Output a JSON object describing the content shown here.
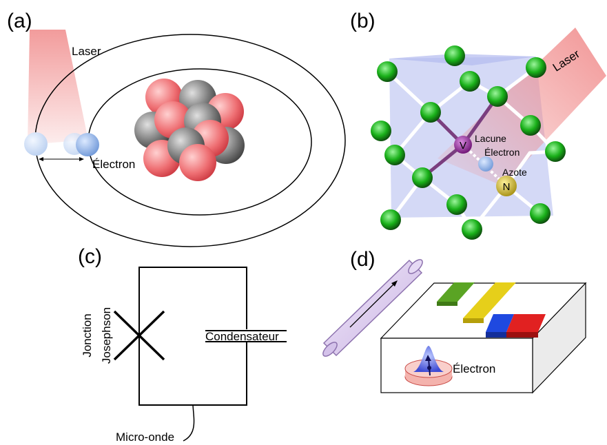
{
  "panels": {
    "a": {
      "tag": "(a)",
      "laser": "Laser",
      "electron": "Électron"
    },
    "b": {
      "tag": "(b)",
      "laser": "Laser",
      "vacancy": "Lacune",
      "vacancy_symbol": "V",
      "electron": "Électron",
      "nitrogen": "Azote",
      "nitrogen_symbol": "N"
    },
    "c": {
      "tag": "(c)",
      "junction_line1": "Jonction",
      "junction_line2": "Josephson",
      "capacitor": "Condensateur",
      "microwave": "Micro-onde"
    },
    "d": {
      "tag": "(d)",
      "electron": "Électron"
    }
  },
  "colors": {
    "laser": "#f08a8a",
    "electron": "#7fa7e0",
    "proton": "#e8535b",
    "neutron": "#555555",
    "carbon": "#22b022",
    "vacancy": "#8a1e8e",
    "nitrogen": "#c9b21a",
    "cube": "#c6ccf3",
    "wire": "#d8c7ec",
    "green_gate": "#5aa424",
    "yellow_gate": "#e6cf1a",
    "blue_gate": "#1f49e0",
    "red_gate": "#e12121"
  }
}
